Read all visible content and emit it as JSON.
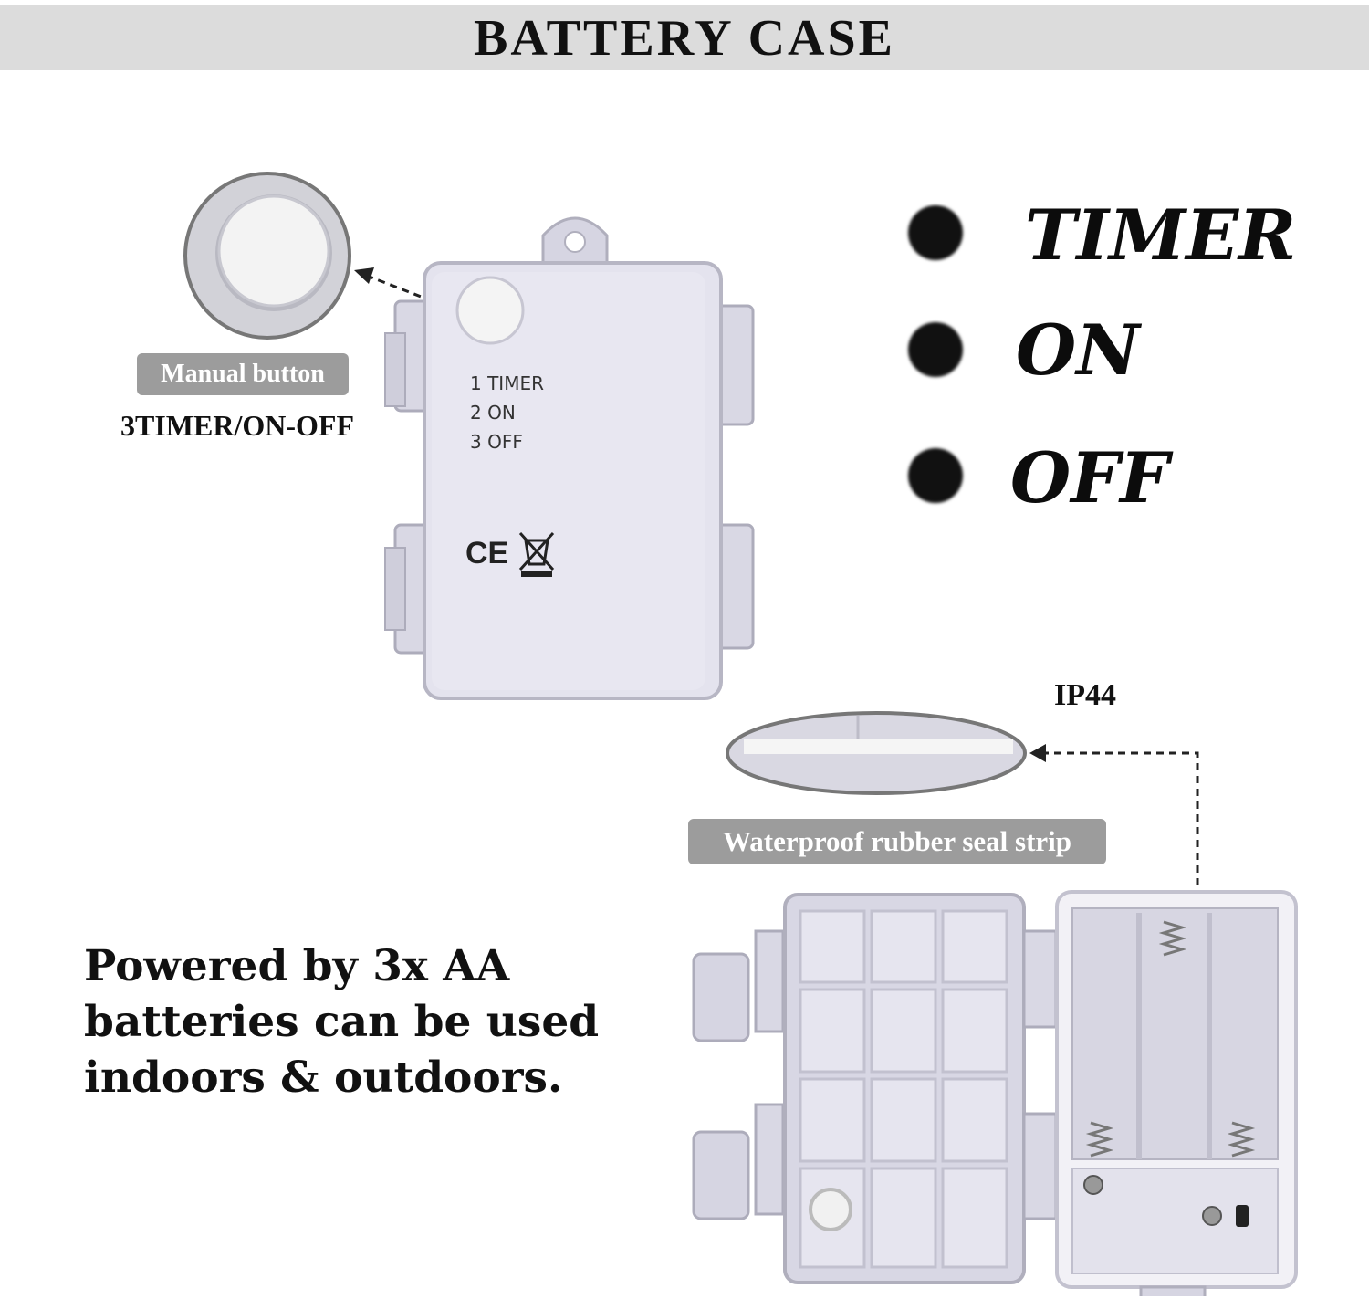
{
  "header": {
    "title": "BATTERY CASE"
  },
  "callouts": {
    "manual_button": "Manual button",
    "mode_caption": "3TIMER/ON-OFF",
    "rating": "IP44",
    "seal_strip": "Waterproof rubber seal strip"
  },
  "modes": [
    "TIMER",
    "ON",
    "OFF"
  ],
  "case_labels": [
    "1 TIMER",
    "2 ON",
    "3 OFF"
  ],
  "case_marks": {
    "ce": "CE"
  },
  "description": {
    "lines": [
      "Powered by 3x AA",
      "batteries can be used",
      "indoors & outdoors."
    ]
  },
  "colors": {
    "case": "#e4e3ee",
    "case_edge": "#b7b6c4",
    "pill": "#9c9c9c",
    "header": "#dcdcdc"
  }
}
